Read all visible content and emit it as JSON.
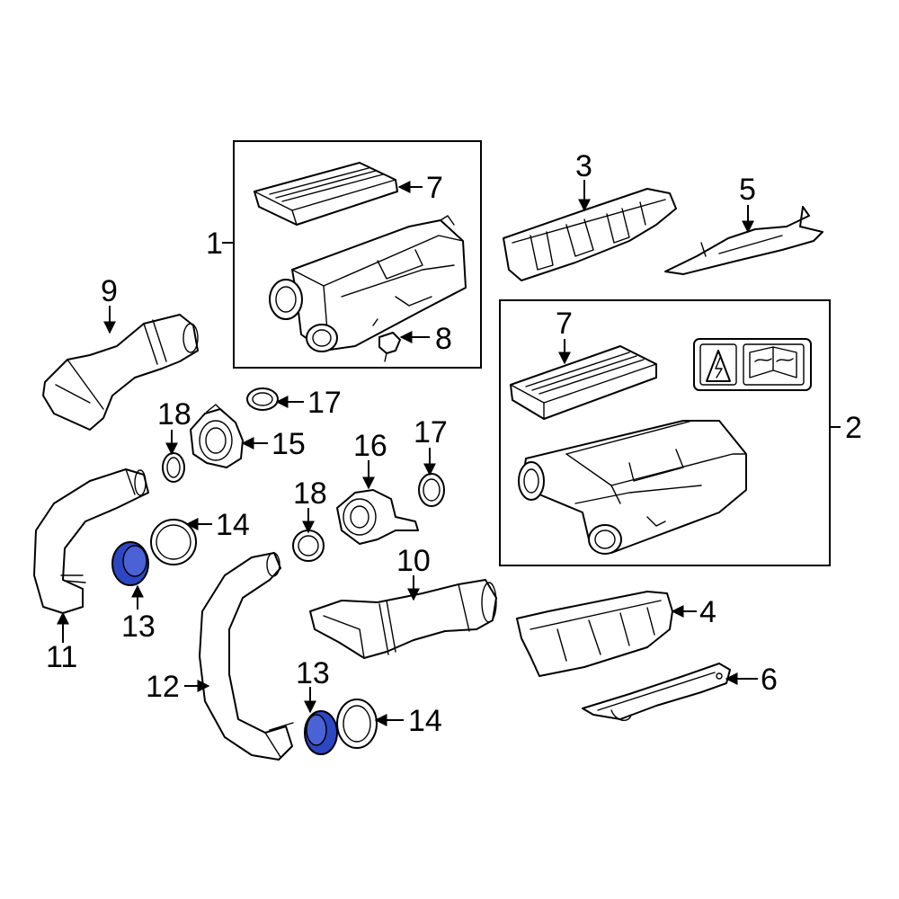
{
  "callouts": {
    "c1": "1",
    "c2": "2",
    "c3": "3",
    "c4": "4",
    "c5": "5",
    "c6": "6",
    "c7a": "7",
    "c7b": "7",
    "c8": "8",
    "c9": "9",
    "c10": "10",
    "c11": "11",
    "c12": "12",
    "c13a": "13",
    "c13b": "13",
    "c14a": "14",
    "c14b": "14",
    "c15": "15",
    "c16": "16",
    "c17a": "17",
    "c17b": "17",
    "c18a": "18",
    "c18b": "18"
  },
  "colors": {
    "highlight": "#2d47c4",
    "line": "#000000",
    "background": "#ffffff"
  }
}
